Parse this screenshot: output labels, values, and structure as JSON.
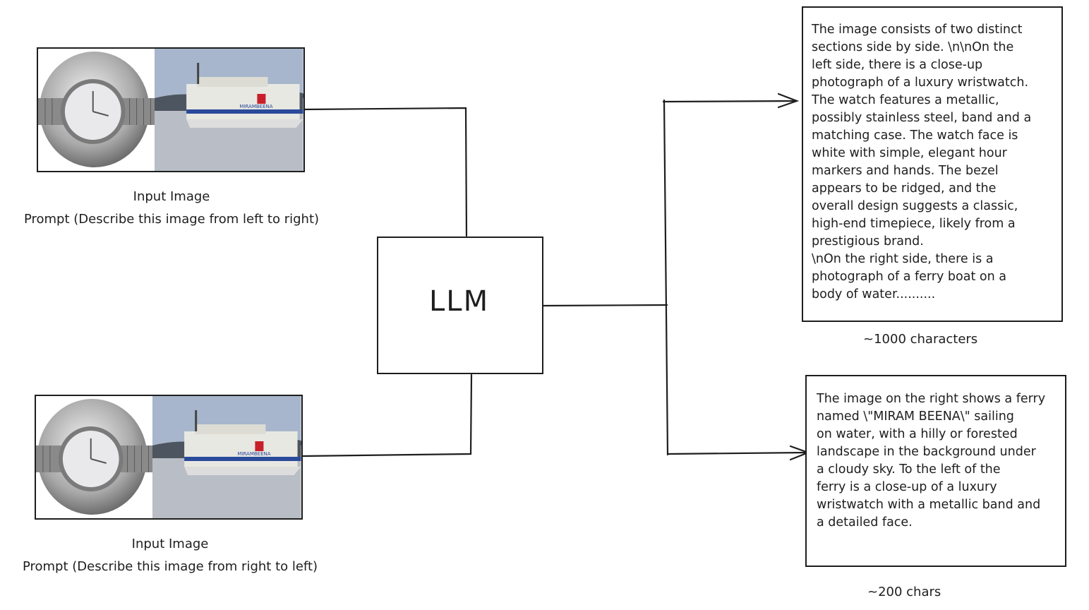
{
  "llm": {
    "label": "LLM"
  },
  "inputs": [
    {
      "caption_line1": "Input Image",
      "caption_line2": "Prompt (Describe this image from left to right)"
    },
    {
      "caption_line1": "Input Image",
      "caption_line2": "Prompt (Describe this image from right to left)"
    }
  ],
  "image": {
    "ferry_name": "MIRAMBEENA"
  },
  "outputs": [
    {
      "text": "The image consists of two distinct\n sections side by side. \\n\\nOn the\nleft side, there is a close-up\nphotograph of a luxury wristwatch.\n The watch features a metallic,\n possibly stainless steel, band and a\n matching case. The watch face is\n white with simple, elegant hour\nmarkers and hands. The bezel\nappears to be ridged, and the\n overall design suggests a classic,\n high-end timepiece, likely from a\nprestigious brand.\n\\nOn the right side, there is a\n photograph of a ferry boat on a\n body of water..........",
      "note": "~1000 characters"
    },
    {
      "text": "The image on the right shows a ferry\nnamed \\\"MIRAM BEENA\\\" sailing\n on water, with a hilly or forested\n landscape in the background under\n a cloudy sky. To the left of the\nferry is a close-up of a luxury\nwristwatch with a metallic band and\n a detailed face.",
      "note": "~200 chars"
    }
  ],
  "colors": {
    "stroke": "#1e1e1e",
    "sky": "#9fb0c8",
    "water": "#b8bcc4",
    "hills": "#4d5560",
    "ferry_red": "#c8202a",
    "ferry_blue": "#2a4a9a"
  }
}
